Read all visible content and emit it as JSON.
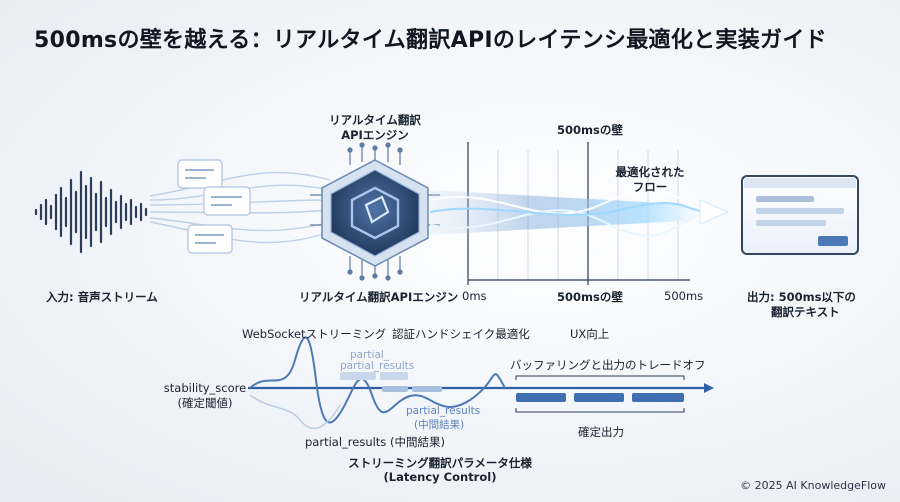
{
  "title": "500msの壁を越える：リアルタイム翻訳APIのレイテンシ最適化と実装ガイド",
  "top": {
    "input_label": "入力: 音声ストリーム",
    "engine_label_top_1": "リアルタイム翻訳",
    "engine_label_top_2": "APIエンジン",
    "engine_label_bottom": "リアルタイム翻訳APIエンジン",
    "wall_label_top": "500msの壁",
    "optimized_flow_1": "最適化された",
    "optimized_flow_2": "フロー",
    "axis_start": "0ms",
    "axis_wall": "500msの壁",
    "axis_end": "500ms",
    "output_label_1": "出力: 500ms以下の",
    "output_label_2": "翻訳テキスト"
  },
  "bottom": {
    "websocket": "WebSocketストリーミング",
    "handshake": "認証ハンドシェイク最適化",
    "ux": "UX向上",
    "partial_ghost_1": "partial_",
    "partial_ghost_2": "partial_results",
    "buffering": "バッファリングと出力のトレードオフ",
    "stability_1": "stability_score",
    "stability_2": "(確定閾値)",
    "partial_mid_1": "partial_results",
    "partial_mid_2": "(中間結果)",
    "partial_results_label": "partial_results (中間結果)",
    "confirmed": "確定出力",
    "params_1": "ストリーミング翻訳パラメータ仕様",
    "params_2": "(Latency Control)"
  },
  "copyright": "© 2025 AI KnowledgeFlow",
  "colors": {
    "accent": "#3a6fb5",
    "glow": "#8fd3ff",
    "hex_dark": "#2c4468"
  }
}
